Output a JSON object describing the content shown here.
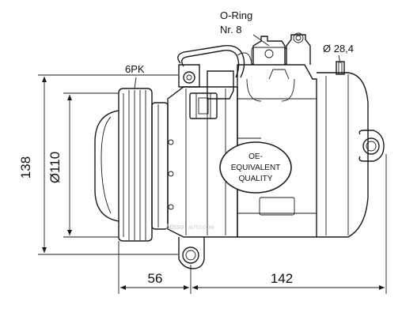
{
  "diagram": {
    "oring_label": "O-Ring",
    "oring_number": "Nr. 8",
    "port_diameter": "Ø 28,4",
    "belt_profile": "6PK",
    "height": "138",
    "pulley_diameter": "Ø110",
    "pulley_offset": "56",
    "body_length": "142",
    "badge_line1": "OE-",
    "badge_line2": "EQUIVALENT",
    "badge_line3": "QUALITY",
    "watermark_logo": "Nisso",
    "watermark_site": "AUTO.COM"
  },
  "colors": {
    "line": "#1a1a1a",
    "background": "#ffffff",
    "watermark": "#c8c8c8"
  }
}
